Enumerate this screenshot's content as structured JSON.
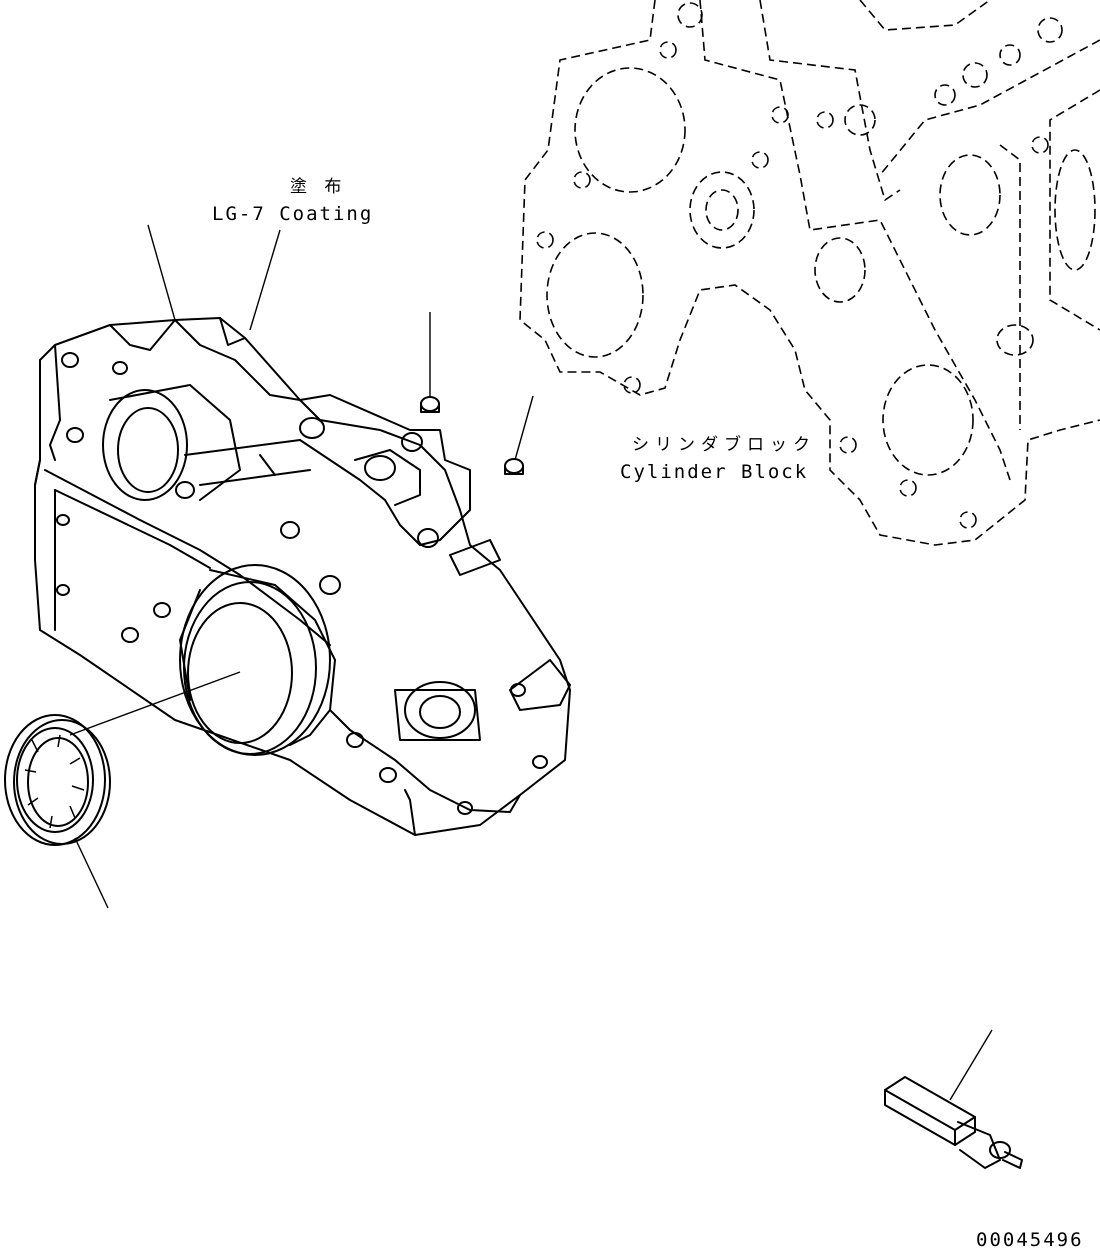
{
  "labels": {
    "coating_jp": "塗 布",
    "coating_en": "LG-7 Coating",
    "block_jp": "シリンダブロック",
    "block_en": "Cylinder Block",
    "drawing_number": "00045496"
  },
  "icons": [
    "front-cover-part",
    "oil-seal-part",
    "plug-part",
    "cylinder-block-part",
    "sensor-pin-part"
  ]
}
